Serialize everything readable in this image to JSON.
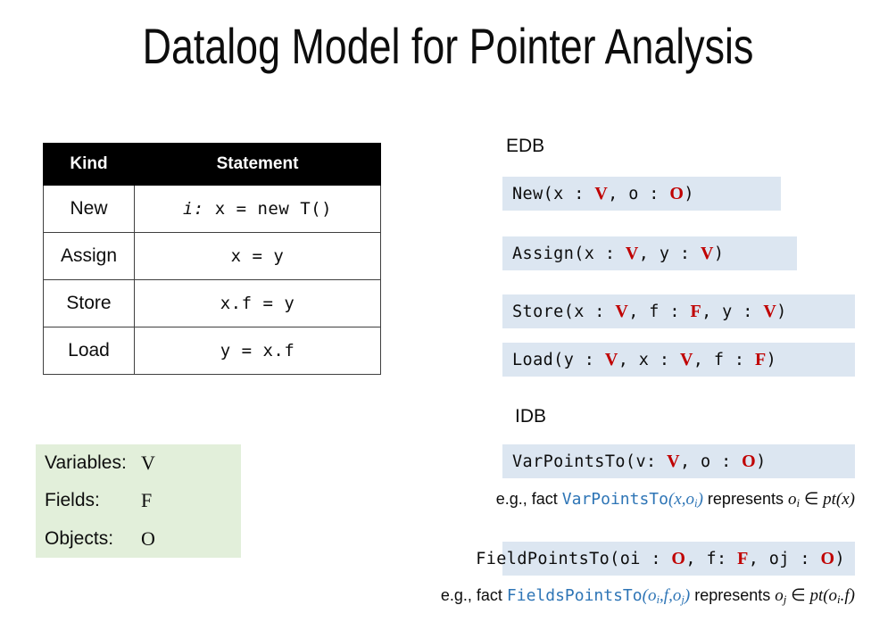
{
  "title": "Datalog Model for Pointer Analysis",
  "colors": {
    "type_red": "#C00000",
    "predicate_bg": "#DCE6F1",
    "legend_bg": "#E2EFDA",
    "code_blue": "#2E75B6",
    "header_bg": "#000000"
  },
  "statement_table": {
    "headers": [
      "Kind",
      "Statement"
    ],
    "rows": [
      {
        "kind": "New",
        "stmt_index": "i: ",
        "stmt": "x = new T()"
      },
      {
        "kind": "Assign",
        "stmt_index": "",
        "stmt": "x = y"
      },
      {
        "kind": "Store",
        "stmt_index": "",
        "stmt": "x.f = y"
      },
      {
        "kind": "Load",
        "stmt_index": "",
        "stmt": "y = x.f"
      }
    ]
  },
  "legend": {
    "rows": [
      {
        "label": "Variables:",
        "symbol": "V"
      },
      {
        "label": "Fields:",
        "symbol": "F"
      },
      {
        "label": "Objects:",
        "symbol": "O"
      }
    ]
  },
  "edb": {
    "label": "EDB",
    "predicates": [
      {
        "name": "New",
        "open": "New(",
        "parts": [
          "x : ",
          "V",
          ", o : ",
          "O",
          ")"
        ]
      },
      {
        "name": "Assign",
        "open": "Assign(",
        "parts": [
          "x : ",
          "V",
          ", y : ",
          "V",
          ")"
        ]
      },
      {
        "name": "Store",
        "open": "Store(",
        "parts": [
          "x : ",
          "V",
          ", f : ",
          "F",
          ", y : ",
          "V",
          ")"
        ]
      },
      {
        "name": "Load",
        "open": "Load(",
        "parts": [
          "y : ",
          "V",
          ", x : ",
          "V",
          ", f : ",
          "F",
          ")"
        ]
      }
    ]
  },
  "idb": {
    "label": "IDB",
    "predicates": [
      {
        "name": "VarPointsTo",
        "open": "VarPointsTo(",
        "parts": [
          "v: ",
          "V",
          ", o : ",
          "O",
          ")"
        ]
      },
      {
        "name": "FieldPointsTo",
        "open": "FieldPointsTo(",
        "parts": [
          "oi : ",
          "O",
          ", f: ",
          "F",
          ", oj : ",
          "O",
          ")"
        ]
      }
    ],
    "examples": [
      {
        "prefix": "e.g., fact ",
        "code_name": "VarPointsTo",
        "code_args": "(x,o_i)",
        "middle": " represents ",
        "formula": "o_i ∈ pt(x)"
      },
      {
        "prefix": "e.g., fact ",
        "code_name": "FieldsPointsTo",
        "code_args": "(o_i,f,o_j)",
        "middle": " represents ",
        "formula": "o_j ∈ pt(o_i.f)"
      }
    ]
  }
}
